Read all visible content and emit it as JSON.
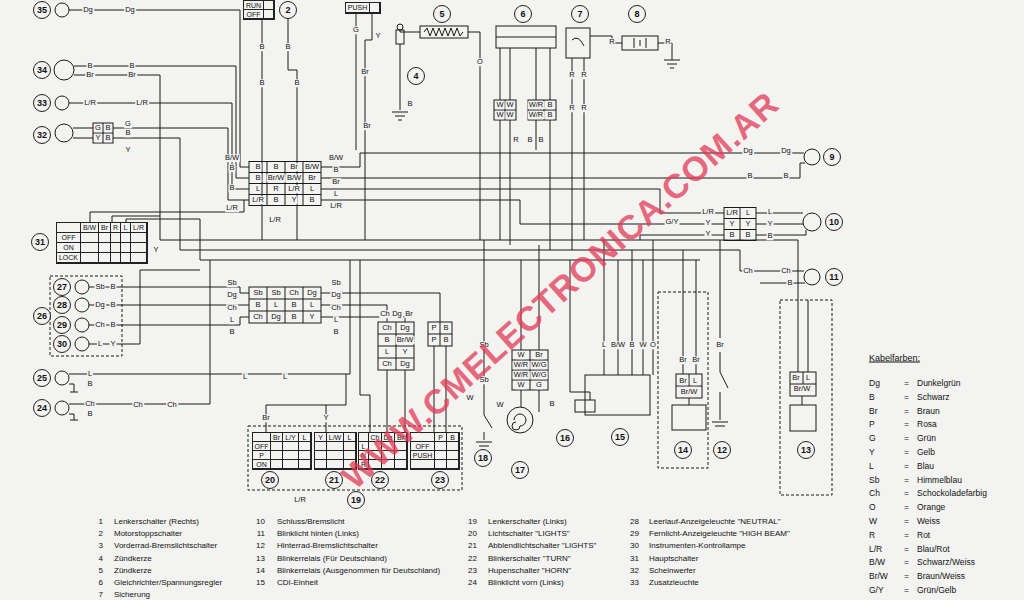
{
  "diagram": {
    "nodes": [
      {
        "text": [
          "35"
        ]
      },
      {
        "text": [
          "34"
        ]
      },
      {
        "text": [
          "33"
        ]
      },
      {
        "text": [
          "32"
        ]
      },
      {
        "text": [
          "OFF",
          "ON",
          "LOCK",
          "B/W",
          "Br",
          "R",
          "L",
          "L/R"
        ]
      },
      {
        "text": [
          "31"
        ]
      },
      {
        "text": [
          "27"
        ]
      },
      {
        "text": [
          "28"
        ]
      },
      {
        "text": [
          "26"
        ]
      },
      {
        "text": [
          "29"
        ]
      },
      {
        "text": [
          "30"
        ]
      },
      {
        "text": [
          "25"
        ]
      },
      {
        "text": [
          "24"
        ]
      },
      {
        "text": [
          "RUN",
          "OFF"
        ]
      },
      {
        "text": [
          "2"
        ]
      },
      {
        "text": [
          "PUSH"
        ]
      },
      {
        "text": [
          "4"
        ]
      },
      {
        "text": [
          "5"
        ]
      },
      {
        "text": [
          "6"
        ]
      },
      {
        "text": [
          "7"
        ]
      },
      {
        "text": [
          "8"
        ]
      },
      {
        "text": [
          "9"
        ]
      },
      {
        "text": [
          "10"
        ]
      },
      {
        "text": [
          "11"
        ]
      },
      {
        "text": [
          "OFF",
          "P",
          "ON",
          "Br",
          "L/Y",
          "L"
        ]
      },
      {
        "text": [
          "20"
        ]
      },
      {
        "text": [
          "Y",
          "L/W",
          "L"
        ]
      },
      {
        "text": [
          "21"
        ]
      },
      {
        "text": [
          "L",
          "N",
          "R",
          "Ch",
          "Dg",
          "Br"
        ]
      },
      {
        "text": [
          "22"
        ]
      },
      {
        "text": [
          "OFF",
          "PUSH",
          "P",
          "B"
        ]
      },
      {
        "text": [
          "23"
        ]
      },
      {
        "text": [
          "19"
        ]
      },
      {
        "text": [
          "18"
        ]
      },
      {
        "text": [
          "17"
        ]
      },
      {
        "text": [
          "16"
        ]
      },
      {
        "text": [
          "15"
        ]
      },
      {
        "text": [
          "14"
        ]
      },
      {
        "text": [
          "12"
        ]
      },
      {
        "text": [
          "13"
        ]
      }
    ],
    "labels": [
      "Dg",
      "Dg",
      "B",
      "Br",
      "B",
      "Br",
      "L/R",
      "L/R",
      "G",
      "B",
      "Y",
      "B",
      "G",
      "B",
      "Y",
      "B",
      "B",
      "B",
      "B",
      "G",
      "Y",
      "Br",
      "Br",
      "B",
      "O",
      "W",
      "W",
      "W/R",
      "B",
      "W",
      "W",
      "W/R",
      "B",
      "R",
      "B",
      "B",
      "R",
      "R",
      "R",
      "R",
      "R",
      "R",
      "B/W",
      "B",
      "B",
      "L/R",
      "B",
      "B",
      "Br",
      "B/W",
      "B",
      "Br/W",
      "B/W",
      "Br",
      "L",
      "R",
      "L/R",
      "L",
      "L/R",
      "B",
      "Y",
      "B",
      "B/W",
      "B",
      "Br",
      "L",
      "L/R",
      "L/R",
      "Y",
      "Sb",
      "Dg",
      "Ch",
      "L",
      "B",
      "Sb",
      "Sb",
      "Ch",
      "Dg",
      "B",
      "L",
      "B",
      "L",
      "Ch",
      "Dg",
      "B",
      "Y",
      "Sb",
      "Dg",
      "Ch",
      "L",
      "B",
      "Sb",
      "B",
      "Dg",
      "B",
      "Ch",
      "B",
      "L",
      "Y",
      "L",
      "B",
      "L",
      "L",
      "Ch",
      "B",
      "Ch",
      "Ch",
      "Dg",
      "Dg",
      "B",
      "B",
      "G/Y",
      "L/R",
      "Y",
      "Y",
      "L/R",
      "L",
      "Y",
      "Y",
      "B",
      "B",
      "L",
      "Y",
      "B",
      "Ch",
      "Ch",
      "B",
      "Ch",
      "Dg",
      "B",
      "Br/W",
      "L",
      "Y",
      "Ch",
      "Dg",
      "Ch",
      "Dg",
      "Br",
      "P",
      "B",
      "P",
      "B",
      "Sb",
      "Sb",
      "W",
      "W",
      "Br",
      "W/R",
      "W/G",
      "W/R",
      "W/G",
      "W",
      "G",
      "W",
      "B",
      "L",
      "B/W",
      "B",
      "W",
      "O",
      "Br",
      "Br",
      "Br",
      "L",
      "Br/W",
      "Br",
      "Br",
      "L",
      "Br/W",
      "Br",
      "Y",
      "L/R",
      "1",
      "Lenkerschalter (Rechts)",
      "2",
      "Motorstoppschalter",
      "3",
      "Vorderrad-Bremslichtschalter",
      "4",
      "Zündkerze",
      "5",
      "Zündkerze",
      "6",
      "Gleichrichter/Spannungsregler",
      "7",
      "Sicherung",
      "10",
      "Schluss/Bremslicht",
      "11",
      "Blinklicht hinten (Links)",
      "12",
      "Hinterrad-Bremslichtschalter",
      "13",
      "Blinkerrelais (Für Deutschland)",
      "14",
      "Blinkerrelais (Ausgenommen für Deutschland)",
      "15",
      "CDI-Einheit",
      "19",
      "Lenkerschalter (Links)",
      "20",
      "Lichtschalter \"LIGHTS\"",
      "21",
      "Abblendlichtschalter \"LIGHTS\"",
      "22",
      "Blinkerschalter \"TURN\"",
      "23",
      "Hupenschalter \"HORN\"",
      "24",
      "Blinklicht vorn (Links)",
      "28",
      "Leerlauf-Anzeigeleuchte \"NEUTRAL\"",
      "29",
      "Fernlicht-Anzeigeleuchte \"HIGH BEAM\"",
      "30",
      "Instrumenten-Kontrollampe",
      "31",
      "Hauptschalter",
      "32",
      "Scheinwerfer",
      "33",
      "Zusatzleuchte",
      "Kabelfarben:",
      "Dg",
      "=",
      "Dunkelgrün",
      "B",
      "=",
      "Schwarz",
      "Br",
      "=",
      "Braun",
      "P",
      "=",
      "Rosa",
      "G",
      "=",
      "Grün",
      "Y",
      "=",
      "Gelb",
      "L",
      "=",
      "Blau",
      "Sb",
      "=",
      "Himmelblau",
      "Ch",
      "=",
      "Schockoladefarbig",
      "O",
      "=",
      "Orange",
      "W",
      "=",
      "Weiss",
      "R",
      "=",
      "Rot",
      "L/R",
      "=",
      "Blau/Rot",
      "B/W",
      "=",
      "Schwarz/Weiss",
      "Br/W",
      "=",
      "Braun/Weiss",
      "G/Y",
      "=",
      "Grün/Gelb",
      "WWW.CMELECTRONICA.COM.AR"
    ]
  }
}
